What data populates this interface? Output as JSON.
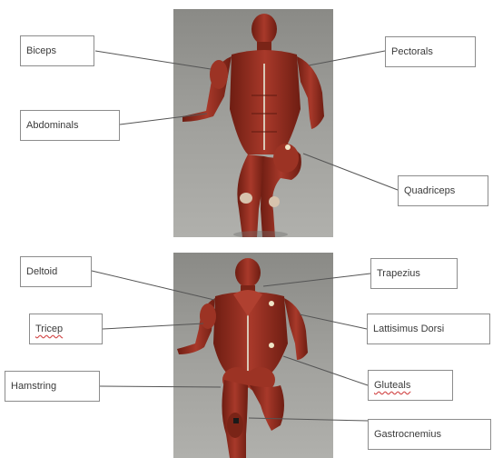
{
  "labels": {
    "biceps": "Biceps",
    "pectorals": "Pectorals",
    "abdominals": "Abdominals",
    "quadriceps": "Quadriceps",
    "deltoid": "Deltoid",
    "trapezius": "Trapezius",
    "tricep": "Tricep",
    "lattisimus_dorsi": "Lattisimus Dorsi",
    "hamstring": "Hamstring",
    "gluteals": "Gluteals",
    "gastrocnemius": "Gastrocnemius"
  },
  "colors": {
    "muscle": "#8f2a1c",
    "muscle_dark": "#5e1a10",
    "photo_bg": "#a2a29e"
  }
}
